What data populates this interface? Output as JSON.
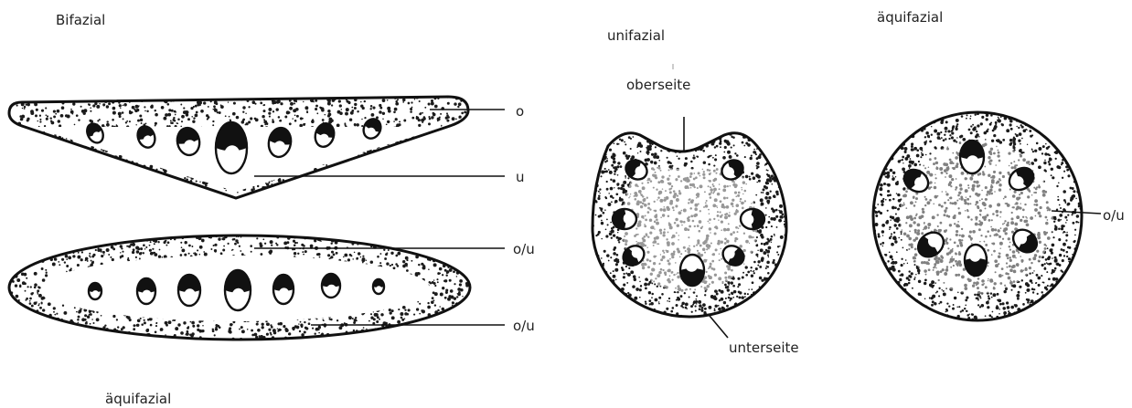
{
  "labels": {
    "bifazial": "Bifazial",
    "unifazial": "unifazial",
    "aequifazial_top": "äquifazial",
    "aequifazial_bottom": "äquifazial",
    "oberseite": "oberseite",
    "unterseite": "unterseite",
    "o": "o",
    "u": "u",
    "ou_1": "o/u",
    "ou_2": "o/u",
    "ou_3": "o/u"
  },
  "colors": {
    "ink": "#111111",
    "stipple": "#1b1b1b",
    "paper": "#ffffff"
  },
  "sections": [
    {
      "name": "bifacial-leaf",
      "bundle_count": 7
    },
    {
      "name": "equifacial-flat-leaf",
      "bundle_count": 7
    },
    {
      "name": "unifacial-leaf",
      "bundle_count": 7
    },
    {
      "name": "equifacial-round-leaf",
      "bundle_count": 6
    }
  ]
}
